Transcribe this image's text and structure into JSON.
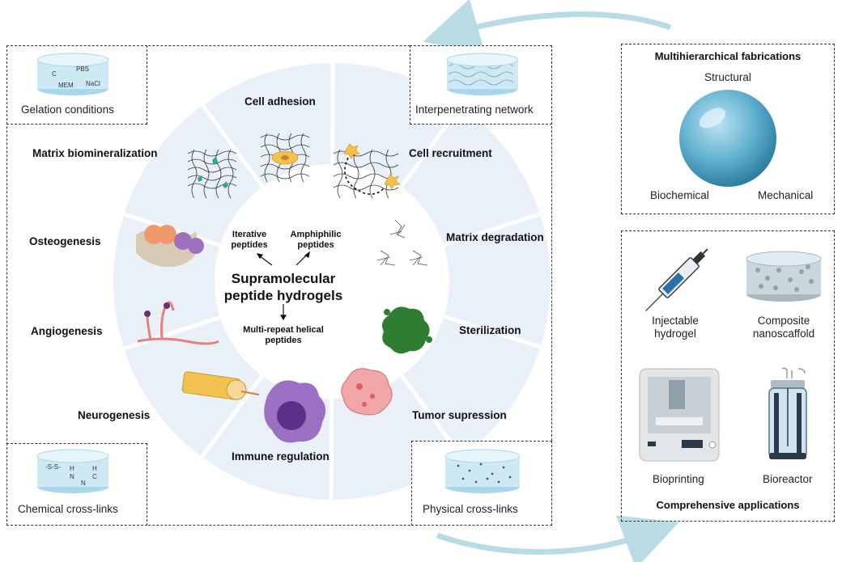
{
  "center": {
    "title_line1": "Supramolecular",
    "title_line2": "peptide hydrogels",
    "types": [
      {
        "line1": "Iterative",
        "line2": "peptides"
      },
      {
        "line1": "Amphiphilic",
        "line2": "peptides"
      },
      {
        "line1": "Multi-repeat helical",
        "line2": "peptides"
      }
    ]
  },
  "ring_labels": [
    "Cell adhesion",
    "Cell recruitment",
    "Matrix degradation",
    "Sterilization",
    "Tumor supression",
    "Immune regulation",
    "Neurogenesis",
    "Angiogenesis",
    "Osteogenesis",
    "Matrix biomineralization"
  ],
  "corners": {
    "gelation": {
      "label": "Gelation conditions",
      "tags": [
        "PBS",
        "C",
        "MEM",
        "NaCl"
      ]
    },
    "interpenetrating": {
      "label": "Interpenetrating network"
    },
    "chemical": {
      "label": "Chemical cross-links",
      "tags": [
        "-S-S-",
        "H",
        "N",
        "H",
        "N",
        "C"
      ]
    },
    "physical": {
      "label": "Physical cross-links"
    }
  },
  "fabrication": {
    "title": "Multihierarchical fabrications",
    "structural": "Structural",
    "biochemical": "Biochemical",
    "mechanical": "Mechanical"
  },
  "applications": {
    "title": "Comprehensive applications",
    "injectable_line1": "Injectable",
    "injectable_line2": "hydrogel",
    "composite_line1": "Composite",
    "composite_line2": "nanoscaffold",
    "bioprinting": "Bioprinting",
    "bioreactor": "Bioreactor"
  },
  "colors": {
    "ring": "#eaf0f8",
    "arrow": "#b9dbe6",
    "sphere": "#5fb0cf",
    "hydrogel": "#cfe9f4"
  }
}
